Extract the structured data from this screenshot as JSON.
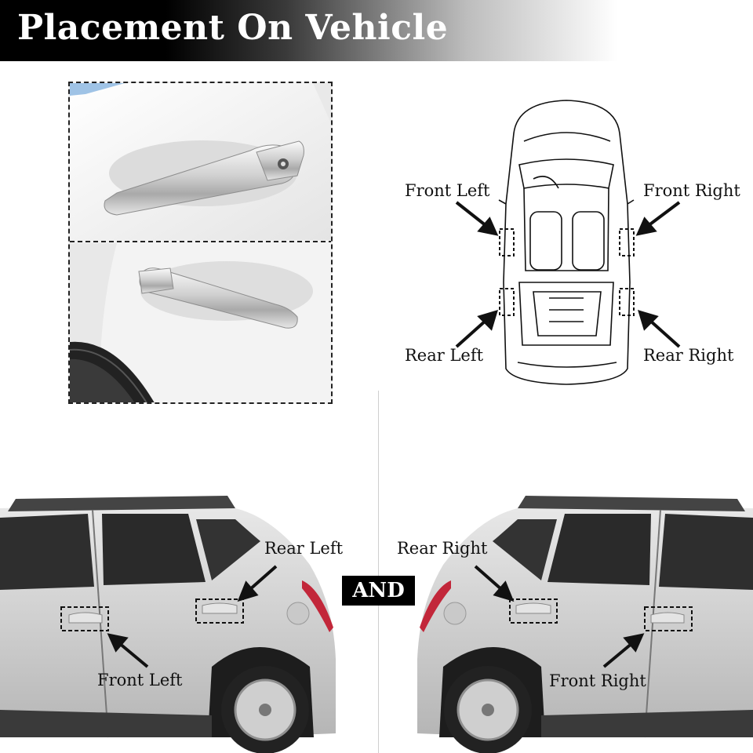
{
  "banner": {
    "title": "Placement On Vehicle"
  },
  "top_view": {
    "front_left": "Front Left",
    "front_right": "Front Right",
    "rear_left": "Rear Left",
    "rear_right": "Rear Right"
  },
  "left_car": {
    "rear_label": "Rear Left",
    "front_label": "Front Left"
  },
  "right_car": {
    "rear_label": "Rear Right",
    "front_label": "Front Right"
  },
  "connector": "AND"
}
